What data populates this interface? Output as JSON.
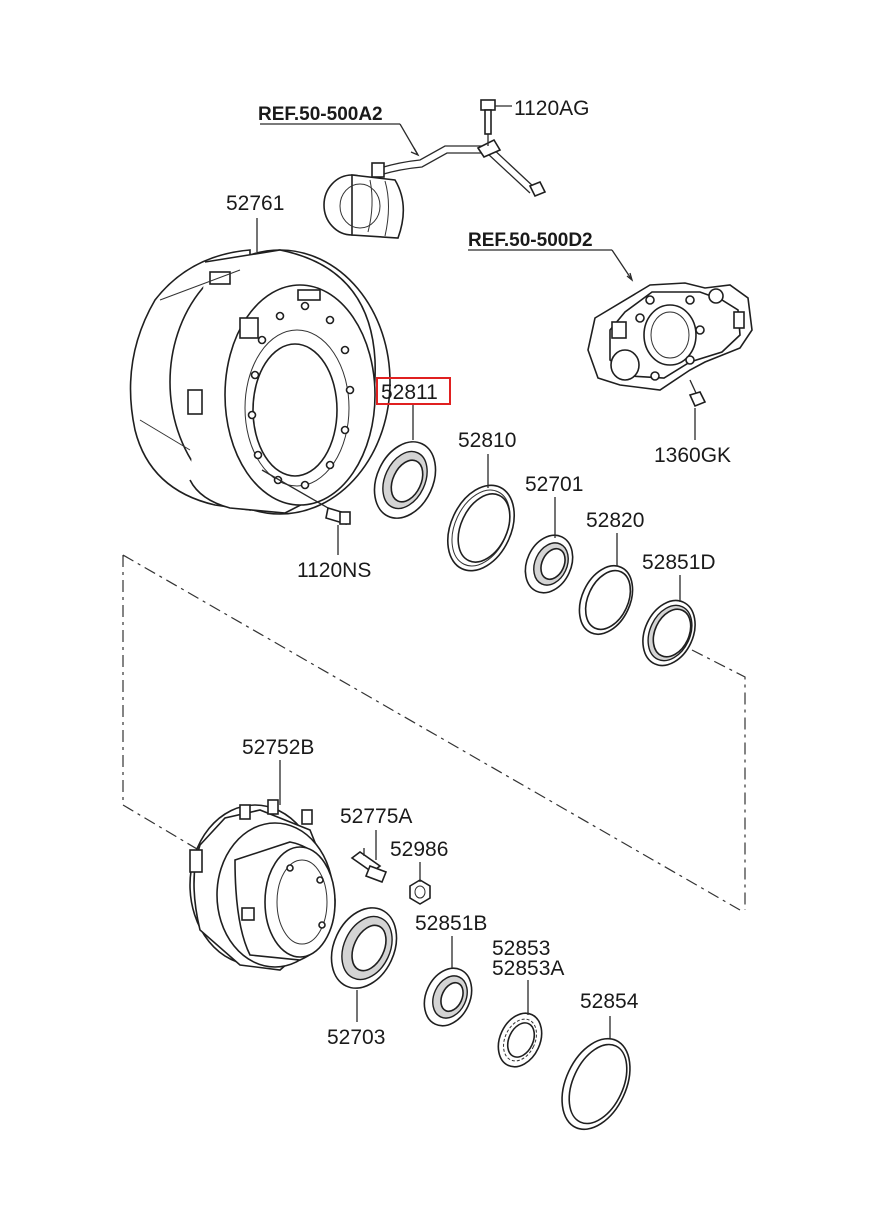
{
  "references": {
    "ref_a2": "REF.50-500A2",
    "ref_d2": "REF.50-500D2"
  },
  "parts": {
    "p1120AG": "1120AG",
    "p52761": "52761",
    "p52811": "52811",
    "p52810": "52810",
    "p52701": "52701",
    "p52820": "52820",
    "p52851D": "52851D",
    "p1360GK": "1360GK",
    "p1120NS": "1120NS",
    "p52752B": "52752B",
    "p52775A": "52775A",
    "p52986": "52986",
    "p52851B": "52851B",
    "p52853": "52853",
    "p52853A": "52853A",
    "p52703": "52703",
    "p52854": "52854"
  },
  "highlight": {
    "part": "52811",
    "color": "#e02020"
  }
}
